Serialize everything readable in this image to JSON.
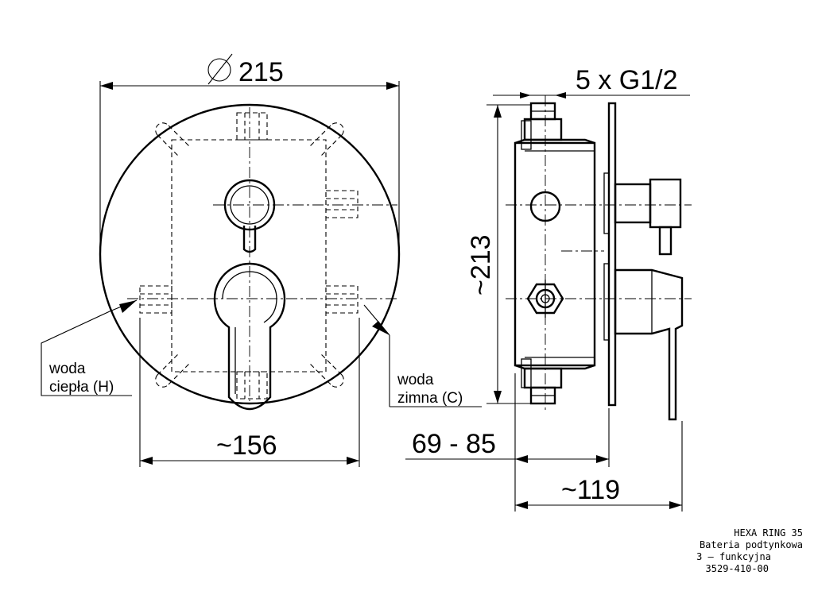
{
  "dimensions": {
    "diameter": "215",
    "connections": "5 x G1/2",
    "height": "~213",
    "width_front": "~156",
    "depth_range": "69 - 85",
    "depth_total": "~119"
  },
  "labels": {
    "hot_line1": "woda",
    "hot_line2": "ciepła (H)",
    "cold_line1": "woda",
    "cold_line2": "zimna (C)"
  },
  "title_block": {
    "line1": "HEXA RING 35",
    "line2": "Bateria podtynkowa",
    "line3": "3 – funkcyjna",
    "line4": "3529-410-00"
  }
}
